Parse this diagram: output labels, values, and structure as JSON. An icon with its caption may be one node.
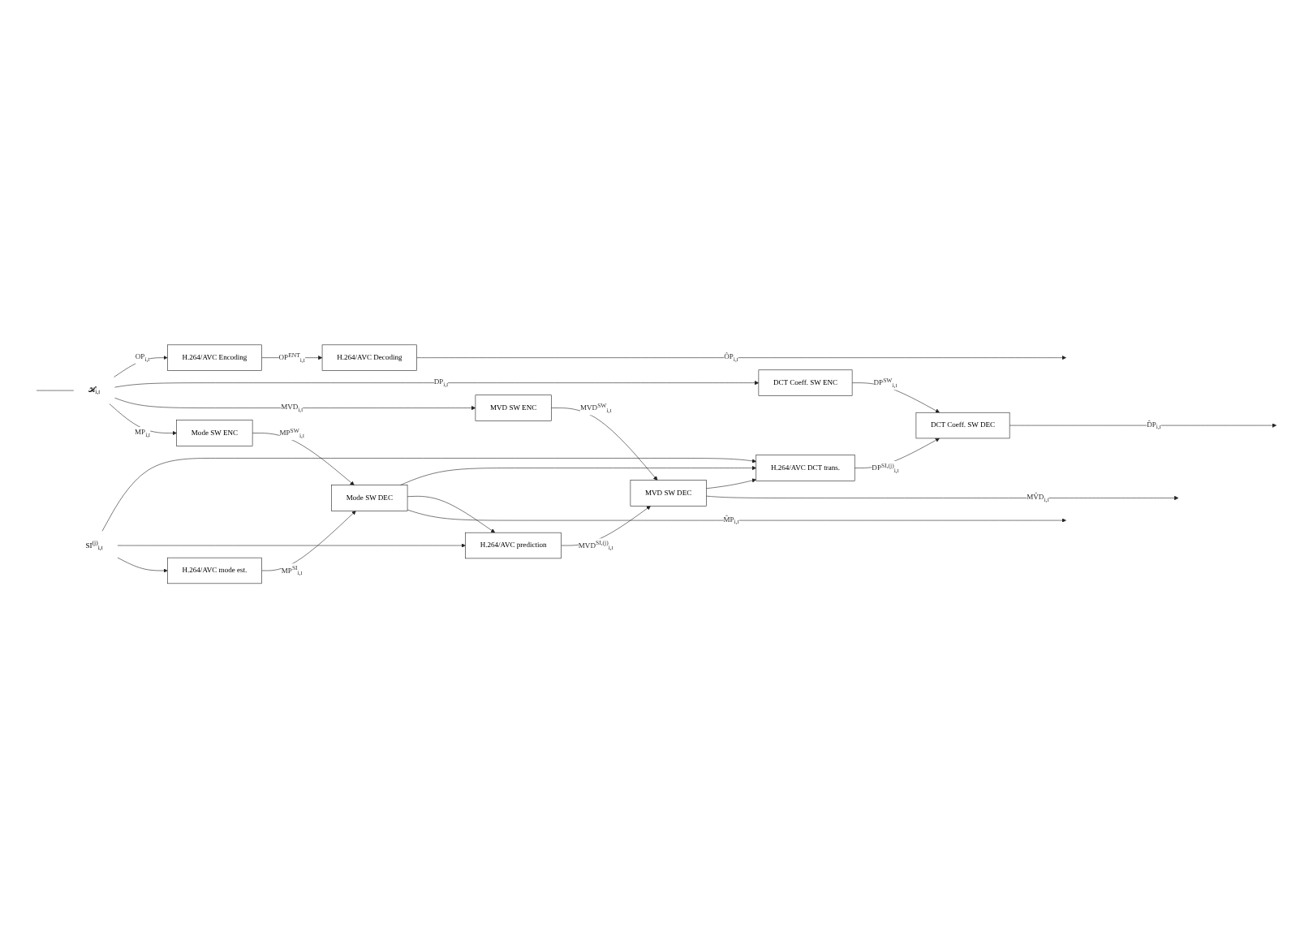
{
  "diagram": {
    "nodes": [
      {
        "text": [
          "𝓗$_{i,t}$"
        ]
      },
      {
        "text": [
          "SI$^{(j)}$$_{i,t}$"
        ]
      },
      {
        "text": [
          "Mode SW ENC"
        ]
      },
      {
        "text": [
          "MVD SW ENC"
        ]
      },
      {
        "text": [
          "DCT Coeff. SW ENC"
        ]
      },
      {
        "text": [
          "H.264/AVC Encoding"
        ]
      },
      {
        "text": [
          "H.264/AVC mode est."
        ]
      },
      {
        "text": [
          "H.264/AVC prediction"
        ]
      },
      {
        "text": [
          "H.264/AVC DCT trans."
        ]
      },
      {
        "text": [
          "Mode SW DEC"
        ]
      },
      {
        "text": [
          "MVD SW DEC"
        ]
      },
      {
        "text": [
          "DCT Coeff. SW DEC"
        ]
      },
      {
        "text": [
          "H.264/AVC Decoding"
        ]
      }
    ],
    "edges": [
      {
        "from": null,
        "to": 0,
        "arrow": "none"
      },
      {
        "from": 0,
        "to": 2,
        "arrow": "to",
        "label": "MP$_{i,t}$"
      },
      {
        "from": 0,
        "to": 3,
        "arrow": "to",
        "label": "MVD$_{i,t}$"
      },
      {
        "from": 0,
        "to": 4,
        "arrow": "to",
        "label": "DP$_{i,t}$"
      },
      {
        "from": 0,
        "to": 5,
        "arrow": "to",
        "label": "OP$_{i,t}$"
      },
      {
        "from": 1,
        "to": 6,
        "arrow": "to"
      },
      {
        "from": 1,
        "to": 7,
        "arrow": "to"
      },
      {
        "from": 1,
        "to": 8,
        "arrow": "to"
      },
      {
        "from": 2,
        "to": 9,
        "arrow": "to",
        "label": "MP$^{SW}$$_{i,t}$"
      },
      {
        "from": 6,
        "to": 9,
        "arrow": "to",
        "label": "MP$^{SI}$$_{i,t}$"
      },
      {
        "from": 3,
        "to": 10,
        "arrow": "to",
        "label": "MVD$^{SW}$$_{i,t}$"
      },
      {
        "from": 7,
        "to": 10,
        "arrow": "to",
        "label": "MVD$^{SI,(j)}$$_{i,t}$"
      },
      {
        "from": 4,
        "to": 11,
        "arrow": "to",
        "label": "DP$^{SW}$$_{i,t}$"
      },
      {
        "from": 8,
        "to": 11,
        "arrow": "to",
        "label": "DP$^{SI,(j)}$$_{i,t}$"
      },
      {
        "from": 5,
        "to": 12,
        "arrow": "to",
        "label": "OP$^{ENT}$$_{i,t}$"
      },
      {
        "from": 9,
        "to": null,
        "arrow": "to",
        "label": "M̂P$_{i,t}$"
      },
      {
        "from": 9,
        "to": 7,
        "arrow": "to"
      },
      {
        "from": 9,
        "to": 8,
        "arrow": "to"
      },
      {
        "from": 10,
        "to": null,
        "arrow": "to",
        "label": "MV̂D$_{i,t}$"
      },
      {
        "from": 10,
        "to": 8,
        "arrow": "to"
      },
      {
        "from": 11,
        "to": null,
        "arrow": "to",
        "label": "D̂P$_{i,t}$"
      },
      {
        "from": 12,
        "to": null,
        "arrow": "to",
        "label": "ÔP$_{i,t}$"
      }
    ]
  }
}
